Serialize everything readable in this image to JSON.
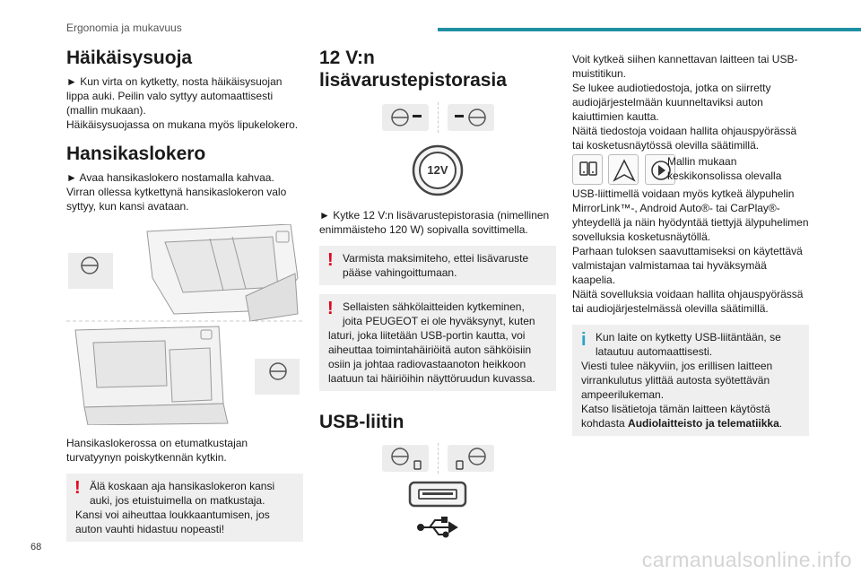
{
  "header": {
    "title": "Ergonomia ja mukavuus"
  },
  "page_number": "68",
  "watermark": "carmanualsonline.info",
  "col1": {
    "glare_title": "Häikäisysuoja",
    "glare_text": "► Kun virta on kytketty, nosta häikäisysuojan lippa auki. Peilin valo syttyy automaattisesti (mallin mukaan).",
    "glare_text2": "Häikäisysuojassa on mukana myös lipukelokero.",
    "glovebox_title": "Hansikaslokero",
    "glovebox_text": "► Avaa hansikaslokero nostamalla kahvaa. Virran ollessa kytkettynä hansikaslokeron valo syttyy, kun kansi avataan.",
    "airbag_text": "Hansikaslokerossa on etumatkustajan turvatyynyn poiskytkennän kytkin.",
    "warning_line1": "Älä koskaan aja hansikaslokeron kansi",
    "warning_line2": "auki, jos etuistuimella on matkustaja.",
    "warning_rest": "Kansi voi aiheuttaa loukkaantumisen, jos auton vauhti hidastuu nopeasti!"
  },
  "col2": {
    "socket_title": "12 V:n lisävarustepistorasia",
    "socket_label": "12V",
    "socket_text": "► Kytke 12 V:n lisävarustepistorasia (nimellinen enimmäisteho 120 W) sopivalla sovittimella.",
    "warn1_line1": "Varmista maksimiteho, ettei lisävaruste",
    "warn1_line2": "pääse vahingoittumaan.",
    "warn2_line1": "Sellaisten sähkölaitteiden kytkeminen,",
    "warn2_line2": "joita PEUGEOT ei ole hyväksynyt, kuten",
    "warn2_rest": "laturi, joka liitetään USB-portin kautta, voi aiheuttaa toimintahäiriöitä auton sähköisiin osiin ja johtaa radiovastaanoton heikkoon laatuun tai häiriöihin näyttöruudun kuvassa.",
    "usb_title": "USB-liitin"
  },
  "col3": {
    "p1": "Voit kytkeä siihen kannettavan laitteen tai USB-muistitikun.",
    "p2": "Se lukee audiotiedostoja, jotka on siirretty audiojärjestelmään kuunneltaviksi auton kaiuttimien kautta.",
    "p3": "Näitä tiedostoja voidaan hallita ohjauspyörässä tai kosketusnäytössä olevilla säätimillä.",
    "p4_inline": "Mallin mukaan keskikonsolissa olevalla",
    "p4_rest": "USB-liittimellä voidaan myös kytkeä älypuhelin MirrorLink™-, Android Auto®- tai CarPlay®-yhteydellä ja näin hyödyntää tiettyjä älypuhelimen sovelluksia kosketusnäytöllä.",
    "p5": "Parhaan tuloksen saavuttamiseksi on käytettävä valmistajan valmistamaa tai hyväksymää kaapelia.",
    "p6": "Näitä sovelluksia voidaan hallita ohjauspyörässä tai audiojärjestelmässä olevilla säätimillä.",
    "info_line1": "Kun laite on kytketty USB-liitäntään, se",
    "info_line2": "latautuu automaattisesti.",
    "info_rest1": "Viesti tulee näkyviin, jos erillisen laitteen virrankulutus ylittää autosta syötettävän ampeerilukeman.",
    "info_rest2_prefix": "Katso lisätietoja tämän laitteen käytöstä kohdasta ",
    "info_rest2_bold": "Audiolaitteisto ja telematiikka",
    "info_rest2_suffix": "."
  },
  "colors": {
    "accent": "#1f8fa3",
    "warning": "#e3001b",
    "info": "#2aa3c8",
    "box": "#efefef"
  }
}
